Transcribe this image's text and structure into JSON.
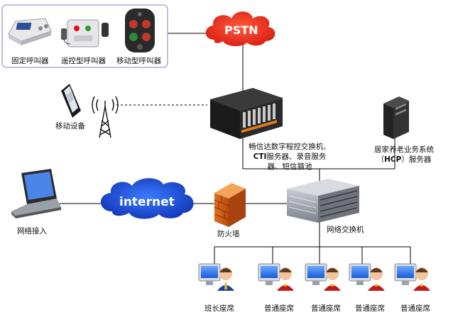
{
  "devices": {
    "fixed_caller": "固定呼叫器",
    "remote_caller": "遥控型呼叫器",
    "mobile_caller": "移动型呼叫器",
    "mobile_device": "移动设备",
    "pstn": "PSTN",
    "internet": "internet",
    "network_access": "网络接入",
    "firewall": "防火墙",
    "network_switch": "网络交换机",
    "exchange_line1": "畅信达数字程控交换机、",
    "exchange_line2a": "CTI",
    "exchange_line2b": "服务器、录音服务",
    "exchange_line3": "器、短信猫池",
    "hcp_line1": "居家养老业务系统",
    "hcp_line2a": "（",
    "hcp_line2b": "HCP",
    "hcp_line2c": "）服务器"
  },
  "seats": [
    {
      "label": "班长座席",
      "role": "supervisor"
    },
    {
      "label": "普通座席",
      "role": "agent"
    },
    {
      "label": "普通座席",
      "role": "agent"
    },
    {
      "label": "普通座席",
      "role": "agent"
    },
    {
      "label": "普通座席",
      "role": "agent"
    }
  ],
  "colors": {
    "cloud_red": "#e8231b",
    "cloud_blue": "#1d4fd8",
    "frame_purple": "#b8a6d4"
  }
}
